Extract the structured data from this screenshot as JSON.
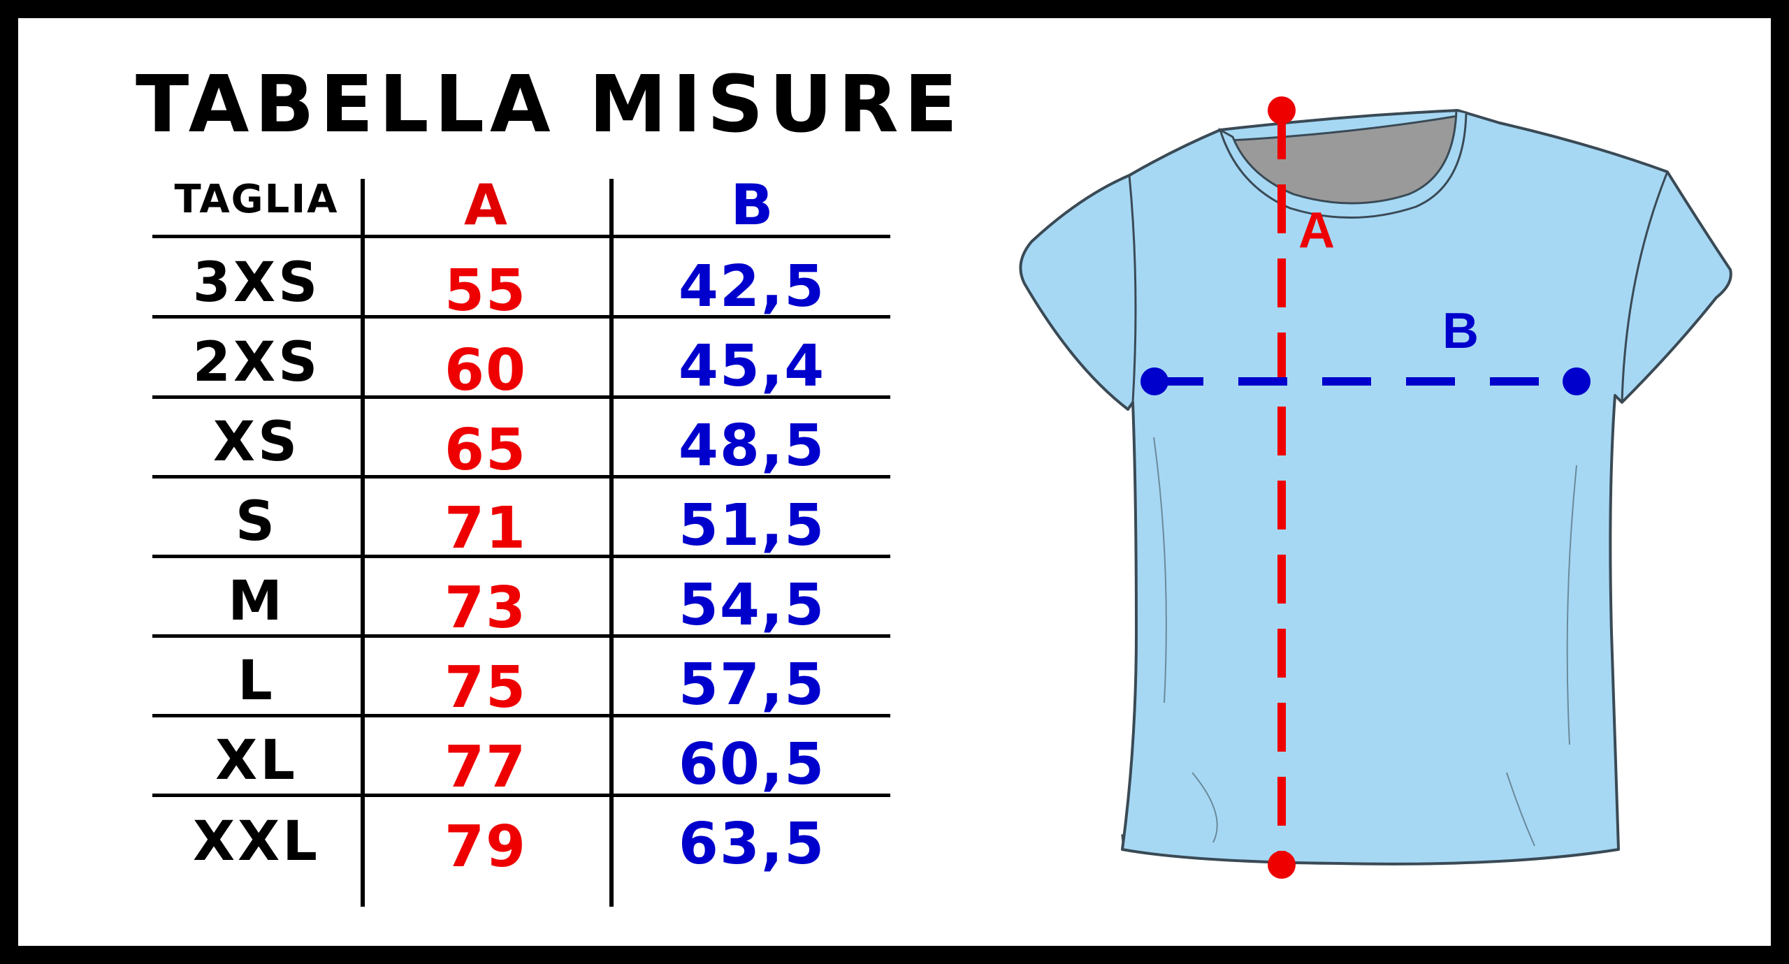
{
  "title": "TABELLA MISURE",
  "table": {
    "headers": {
      "size": "TAGLIA",
      "a": "A",
      "b": "B"
    },
    "rows": [
      {
        "size": "3XS",
        "a": "55",
        "b": "42,5"
      },
      {
        "size": "2XS",
        "a": "60",
        "b": "45,4"
      },
      {
        "size": "XS",
        "a": "65",
        "b": "48,5"
      },
      {
        "size": "S",
        "a": "71",
        "b": "51,5"
      },
      {
        "size": "M",
        "a": "73",
        "b": "54,5"
      },
      {
        "size": "L",
        "a": "75",
        "b": "57,5"
      },
      {
        "size": "XL",
        "a": "77",
        "b": "60,5"
      },
      {
        "size": "XXL",
        "a": "79",
        "b": "63,5"
      }
    ]
  },
  "diagram": {
    "label_a": "A",
    "label_b": "B"
  },
  "colors": {
    "a": "#ee0000",
    "b": "#0000cc",
    "shirt": "#a6d8f4",
    "shirt_outline": "#3a4a55",
    "collar_inner": "#9a9a9a",
    "hem_inner": "#707070",
    "frame": "#000000",
    "background": "#ffffff"
  }
}
